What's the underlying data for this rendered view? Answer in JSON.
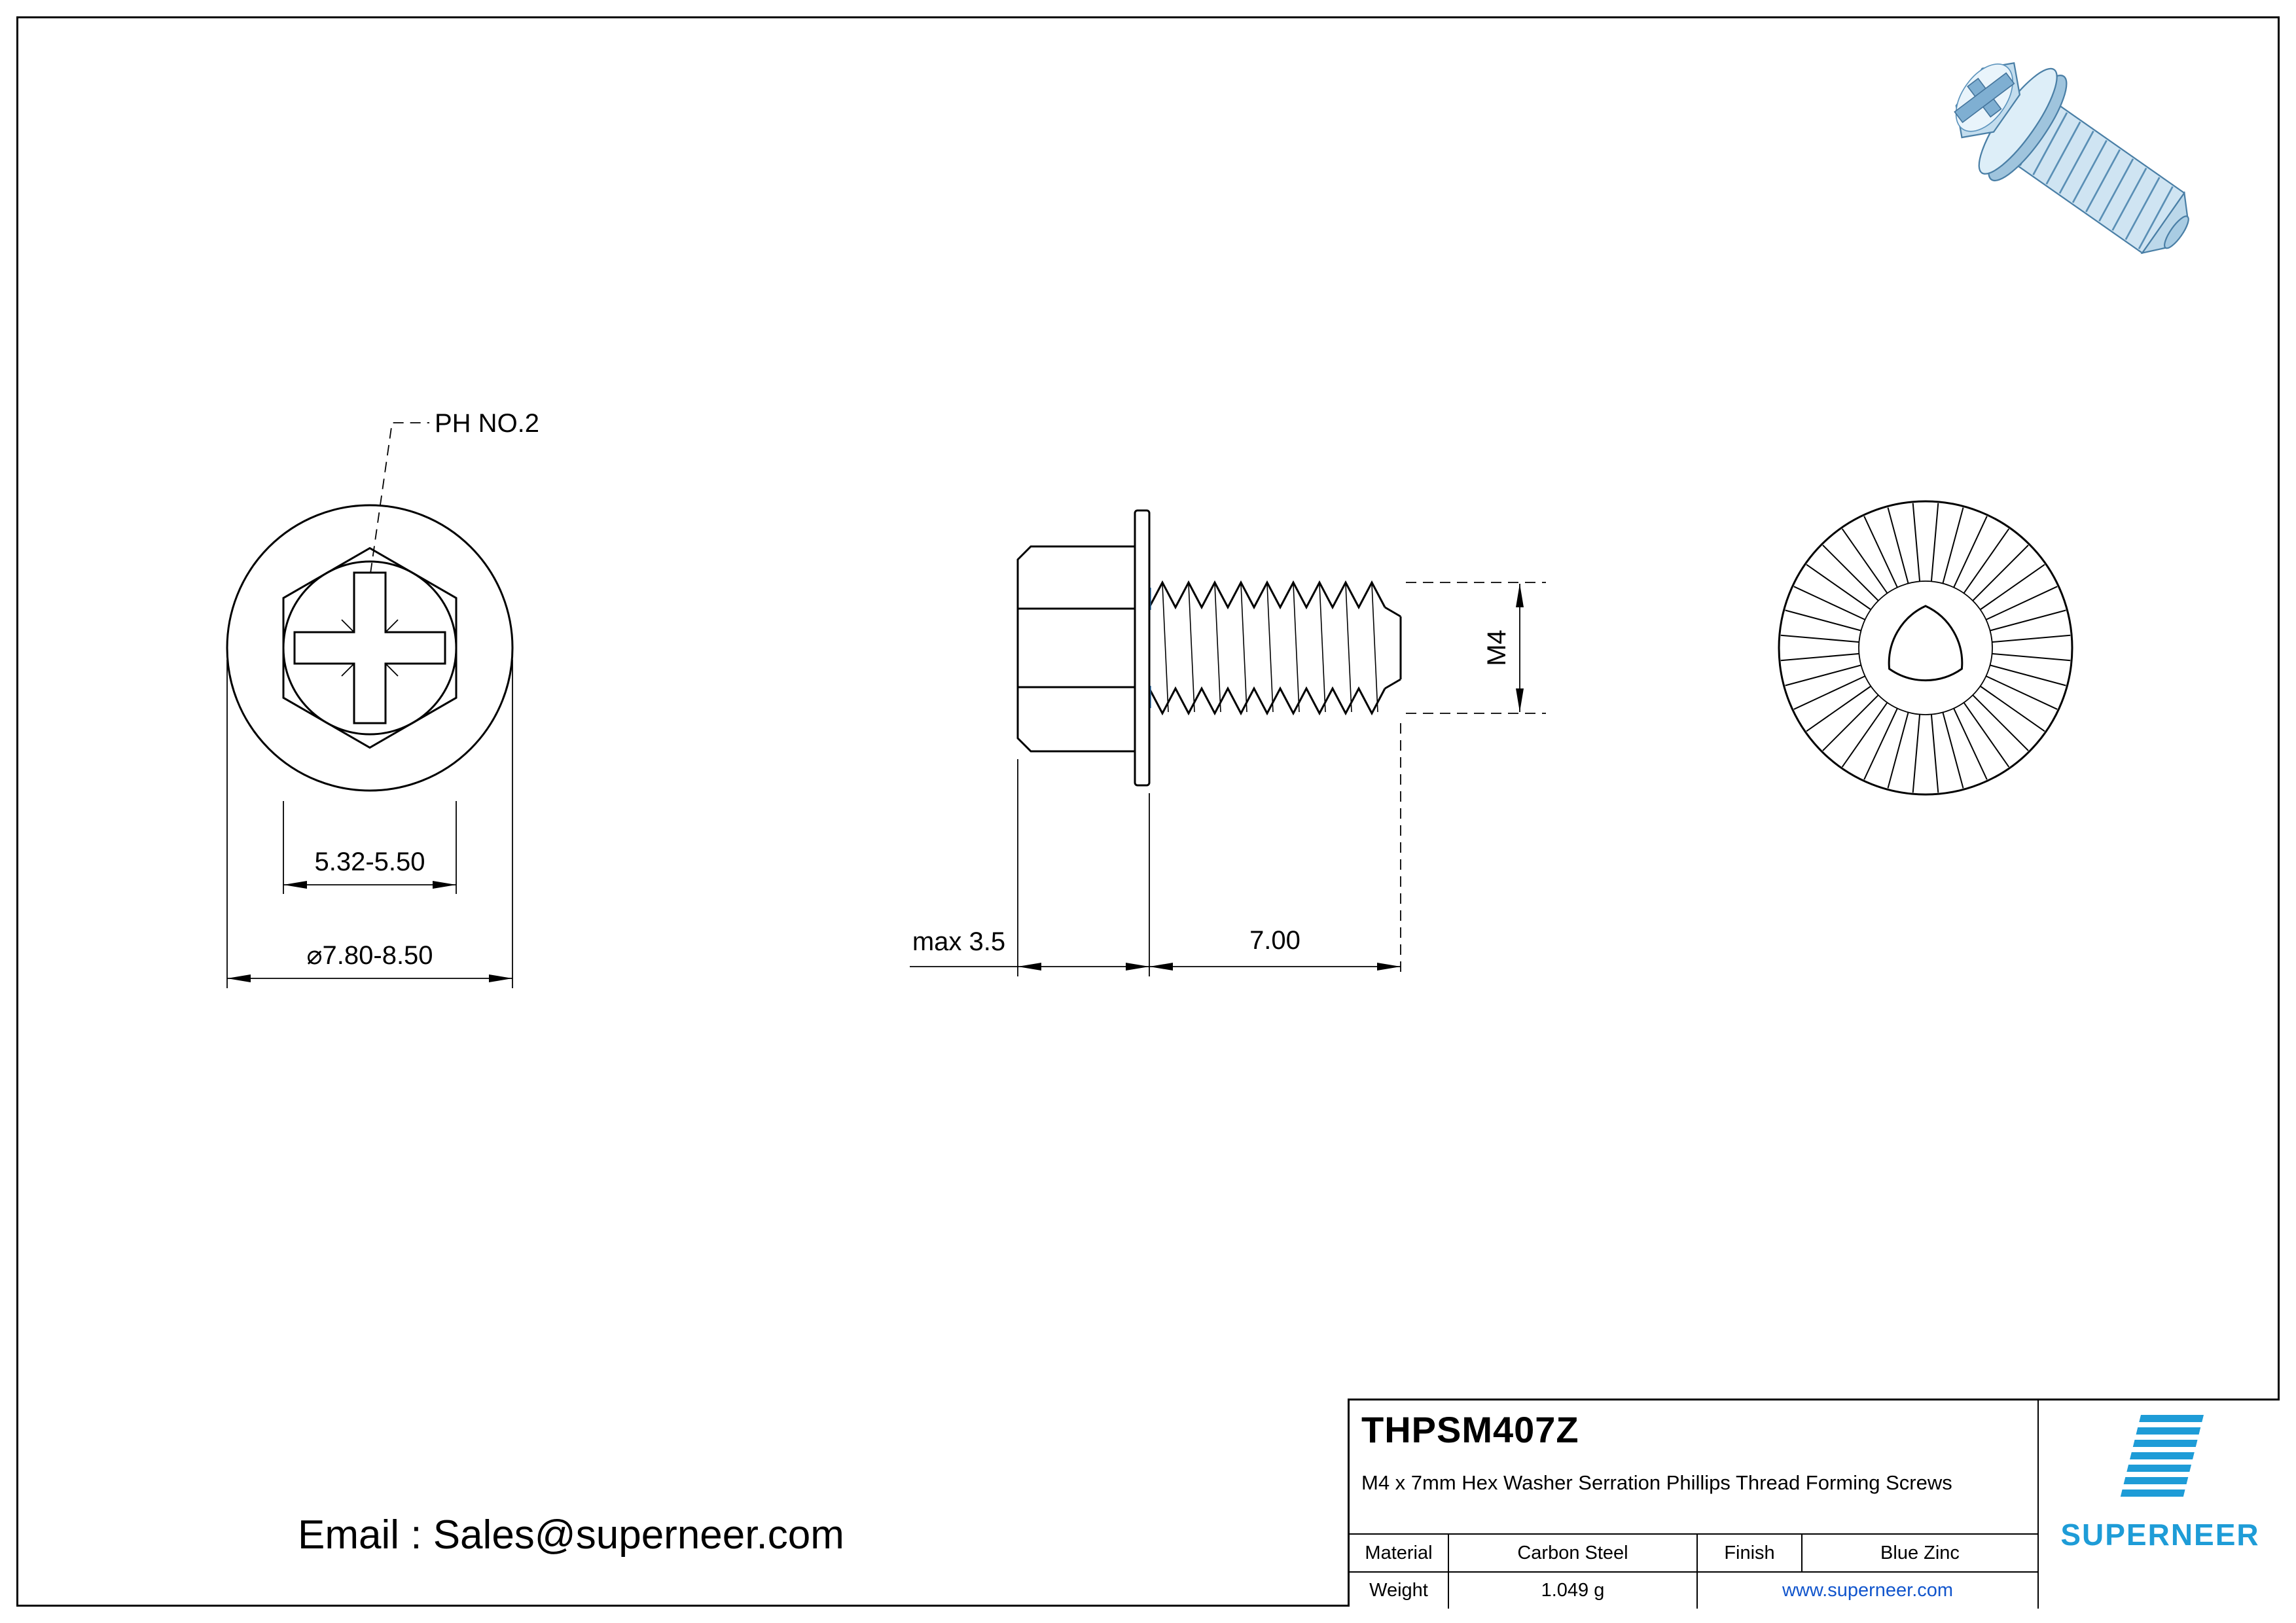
{
  "front_view": {
    "callout": "PH NO.2",
    "dim_across_flats": "5.32-5.50",
    "dim_head_diameter": "⌀7.80-8.50"
  },
  "side_view": {
    "dim_head_height": "max 3.5",
    "dim_thread_length": "7.00",
    "dim_thread_size": "M4"
  },
  "footer": {
    "email": "Email : Sales@superneer.com"
  },
  "title_block": {
    "part_number": "THPSM407Z",
    "description": "M4 x 7mm Hex Washer Serration Phillips Thread Forming  Screws",
    "material_label": "Material",
    "material_value": "Carbon Steel",
    "finish_label": "Finish",
    "finish_value": "Blue Zinc",
    "weight_label": "Weight",
    "weight_value": "1.049 g",
    "website": "www.superneer.com",
    "brand": "SUPERNEER"
  },
  "colors": {
    "line": "#000000",
    "brand_blue": "#1e9cd7",
    "link_blue": "#1155cc",
    "screw_body": "#cfe4f2",
    "screw_edge": "#4a7fa6",
    "thread_mark_blue": "#2e75b6"
  }
}
